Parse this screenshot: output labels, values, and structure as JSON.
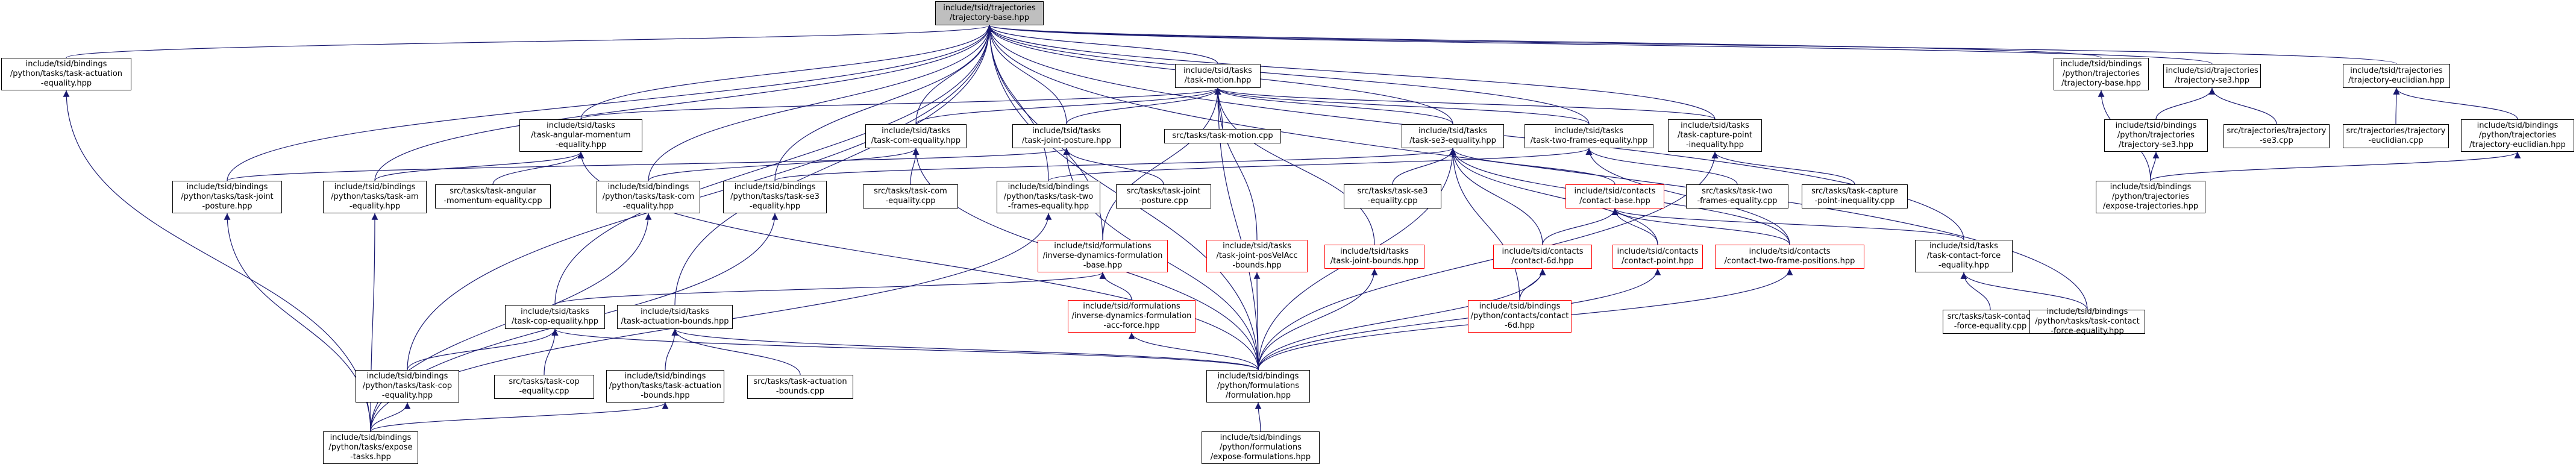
{
  "graph": {
    "nodes": [
      {
        "id": "root",
        "label": "include/tsid/trajectories\n/trajectory-base.hpp",
        "kind": "root"
      },
      {
        "id": "py_task_act_eq",
        "label": "include/tsid/bindings\n/python/tasks/task-actuation\n-equality.hpp",
        "kind": "normal"
      },
      {
        "id": "task_motion",
        "label": "include/tsid/tasks\n/task-motion.hpp",
        "kind": "normal"
      },
      {
        "id": "py_traj_base",
        "label": "include/tsid/bindings\n/python/trajectories\n/trajectory-base.hpp",
        "kind": "normal"
      },
      {
        "id": "traj_se3",
        "label": "include/tsid/trajectories\n/trajectory-se3.hpp",
        "kind": "normal"
      },
      {
        "id": "traj_eucl",
        "label": "include/tsid/trajectories\n/trajectory-euclidian.hpp",
        "kind": "normal"
      },
      {
        "id": "task_am_eq",
        "label": "include/tsid/tasks\n/task-angular-momentum\n-equality.hpp",
        "kind": "normal"
      },
      {
        "id": "task_com_eq",
        "label": "include/tsid/tasks\n/task-com-equality.hpp",
        "kind": "normal"
      },
      {
        "id": "task_joint_posture",
        "label": "include/tsid/tasks\n/task-joint-posture.hpp",
        "kind": "normal"
      },
      {
        "id": "src_task_motion",
        "label": "src/tasks/task-motion.cpp",
        "kind": "normal"
      },
      {
        "id": "task_se3_eq",
        "label": "include/tsid/tasks\n/task-se3-equality.hpp",
        "kind": "normal"
      },
      {
        "id": "task_two_frames_eq",
        "label": "include/tsid/tasks\n/task-two-frames-equality.hpp",
        "kind": "normal"
      },
      {
        "id": "task_cp_ineq",
        "label": "include/tsid/tasks\n/task-capture-point\n-inequality.hpp",
        "kind": "normal"
      },
      {
        "id": "py_traj_se3",
        "label": "include/tsid/bindings\n/python/trajectories\n/trajectory-se3.hpp",
        "kind": "normal"
      },
      {
        "id": "src_traj_se3",
        "label": "src/trajectories/trajectory\n-se3.cpp",
        "kind": "normal"
      },
      {
        "id": "src_traj_eucl",
        "label": "src/trajectories/trajectory\n-euclidian.cpp",
        "kind": "normal"
      },
      {
        "id": "py_traj_eucl",
        "label": "include/tsid/bindings\n/python/trajectories\n/trajectory-euclidian.hpp",
        "kind": "normal"
      },
      {
        "id": "py_task_joint_posture",
        "label": "include/tsid/bindings\n/python/tasks/task-joint\n-posture.hpp",
        "kind": "normal"
      },
      {
        "id": "py_task_am_eq",
        "label": "include/tsid/bindings\n/python/tasks/task-am\n-equality.hpp",
        "kind": "normal"
      },
      {
        "id": "src_task_am_eq",
        "label": "src/tasks/task-angular\n-momentum-equality.cpp",
        "kind": "normal"
      },
      {
        "id": "py_task_com_eq",
        "label": "include/tsid/bindings\n/python/tasks/task-com\n-equality.hpp",
        "kind": "normal"
      },
      {
        "id": "py_task_se3_eq",
        "label": "include/tsid/bindings\n/python/tasks/task-se3\n-equality.hpp",
        "kind": "normal"
      },
      {
        "id": "src_task_com_eq",
        "label": "src/tasks/task-com\n-equality.cpp",
        "kind": "normal"
      },
      {
        "id": "py_task_two_frames_eq",
        "label": "include/tsid/bindings\n/python/tasks/task-two\n-frames-equality.hpp",
        "kind": "normal"
      },
      {
        "id": "src_task_joint_posture",
        "label": "src/tasks/task-joint\n-posture.cpp",
        "kind": "normal"
      },
      {
        "id": "src_task_se3_eq",
        "label": "src/tasks/task-se3\n-equality.cpp",
        "kind": "normal"
      },
      {
        "id": "contact_base",
        "label": "include/tsid/contacts\n/contact-base.hpp",
        "kind": "red"
      },
      {
        "id": "src_task_two_frames_eq",
        "label": "src/tasks/task-two\n-frames-equality.cpp",
        "kind": "normal"
      },
      {
        "id": "src_task_cp_ineq",
        "label": "src/tasks/task-capture\n-point-inequality.cpp",
        "kind": "normal"
      },
      {
        "id": "py_expose_traj",
        "label": "include/tsid/bindings\n/python/trajectories\n/expose-trajectories.hpp",
        "kind": "normal"
      },
      {
        "id": "inv_dyn_base",
        "label": "include/tsid/formulations\n/inverse-dynamics-formulation\n-base.hpp",
        "kind": "red"
      },
      {
        "id": "task_jpv_bounds",
        "label": "include/tsid/tasks\n/task-joint-posVelAcc\n-bounds.hpp",
        "kind": "red"
      },
      {
        "id": "task_joint_bounds",
        "label": "include/tsid/tasks\n/task-joint-bounds.hpp",
        "kind": "red"
      },
      {
        "id": "contact_6d",
        "label": "include/tsid/contacts\n/contact-6d.hpp",
        "kind": "red"
      },
      {
        "id": "contact_point",
        "label": "include/tsid/contacts\n/contact-point.hpp",
        "kind": "red"
      },
      {
        "id": "contact_two_frame",
        "label": "include/tsid/contacts\n/contact-two-frame-positions.hpp",
        "kind": "red"
      },
      {
        "id": "task_cf_eq",
        "label": "include/tsid/tasks\n/task-contact-force\n-equality.hpp",
        "kind": "normal"
      },
      {
        "id": "task_cop_eq",
        "label": "include/tsid/tasks\n/task-cop-equality.hpp",
        "kind": "normal"
      },
      {
        "id": "task_act_bounds",
        "label": "include/tsid/tasks\n/task-actuation-bounds.hpp",
        "kind": "normal"
      },
      {
        "id": "inv_dyn_acc",
        "label": "include/tsid/formulations\n/inverse-dynamics-formulation\n-acc-force.hpp",
        "kind": "red"
      },
      {
        "id": "py_contact_6d",
        "label": "include/tsid/bindings\n/python/contacts/contact\n-6d.hpp",
        "kind": "red"
      },
      {
        "id": "src_task_cf_eq",
        "label": "src/tasks/task-contact\n-force-equality.cpp",
        "kind": "normal"
      },
      {
        "id": "py_task_cf_eq",
        "label": "include/tsid/bindings\n/python/tasks/task-contact\n-force-equality.hpp",
        "kind": "normal"
      },
      {
        "id": "py_task_cop_eq",
        "label": "include/tsid/bindings\n/python/tasks/task-cop\n-equality.hpp",
        "kind": "normal"
      },
      {
        "id": "src_task_cop_eq",
        "label": "src/tasks/task-cop\n-equality.cpp",
        "kind": "normal"
      },
      {
        "id": "py_task_act_bounds",
        "label": "include/tsid/bindings\n/python/tasks/task-actuation\n-bounds.hpp",
        "kind": "normal"
      },
      {
        "id": "src_task_act_bounds",
        "label": "src/tasks/task-actuation\n-bounds.cpp",
        "kind": "normal"
      },
      {
        "id": "py_formulation",
        "label": "include/tsid/bindings\n/python/formulations\n/formulation.hpp",
        "kind": "normal"
      },
      {
        "id": "py_expose_tasks",
        "label": "include/tsid/bindings\n/python/tasks/expose\n-tasks.hpp",
        "kind": "normal"
      },
      {
        "id": "py_expose_formulations",
        "label": "include/tsid/bindings\n/python/formulations\n/expose-formulations.hpp",
        "kind": "normal"
      }
    ],
    "edges": [
      [
        "py_task_act_eq",
        "root"
      ],
      [
        "task_motion",
        "root"
      ],
      [
        "py_traj_base",
        "root"
      ],
      [
        "traj_se3",
        "root"
      ],
      [
        "traj_eucl",
        "root"
      ],
      [
        "task_am_eq",
        "root"
      ],
      [
        "task_com_eq",
        "root"
      ],
      [
        "task_joint_posture",
        "root"
      ],
      [
        "task_se3_eq",
        "root"
      ],
      [
        "task_two_frames_eq",
        "root"
      ],
      [
        "task_cp_ineq",
        "root"
      ],
      [
        "py_task_joint_posture",
        "root"
      ],
      [
        "py_task_am_eq",
        "root"
      ],
      [
        "py_task_com_eq",
        "root"
      ],
      [
        "py_task_se3_eq",
        "root"
      ],
      [
        "py_task_two_frames_eq",
        "root"
      ],
      [
        "inv_dyn_base",
        "root"
      ],
      [
        "task_cf_eq",
        "root"
      ],
      [
        "task_cop_eq",
        "root"
      ],
      [
        "task_act_bounds",
        "root"
      ],
      [
        "py_task_cop_eq",
        "root"
      ],
      [
        "py_task_cf_eq",
        "root"
      ],
      [
        "py_formulation",
        "root"
      ],
      [
        "task_am_eq",
        "task_motion"
      ],
      [
        "task_com_eq",
        "task_motion"
      ],
      [
        "task_joint_posture",
        "task_motion"
      ],
      [
        "src_task_motion",
        "task_motion"
      ],
      [
        "task_se3_eq",
        "task_motion"
      ],
      [
        "task_two_frames_eq",
        "task_motion"
      ],
      [
        "task_cp_ineq",
        "task_motion"
      ],
      [
        "task_jpv_bounds",
        "task_motion"
      ],
      [
        "task_joint_bounds",
        "task_motion"
      ],
      [
        "inv_dyn_base",
        "task_motion"
      ],
      [
        "py_formulation",
        "task_motion"
      ],
      [
        "py_traj_se3",
        "traj_se3"
      ],
      [
        "src_traj_se3",
        "traj_se3"
      ],
      [
        "src_traj_eucl",
        "traj_eucl"
      ],
      [
        "py_traj_eucl",
        "traj_eucl"
      ],
      [
        "py_expose_traj",
        "py_traj_base"
      ],
      [
        "py_expose_traj",
        "py_traj_se3"
      ],
      [
        "py_expose_traj",
        "py_traj_eucl"
      ],
      [
        "py_task_am_eq",
        "task_am_eq"
      ],
      [
        "src_task_am_eq",
        "task_am_eq"
      ],
      [
        "py_formulation",
        "task_am_eq"
      ],
      [
        "py_task_com_eq",
        "task_com_eq"
      ],
      [
        "src_task_com_eq",
        "task_com_eq"
      ],
      [
        "py_formulation",
        "task_com_eq"
      ],
      [
        "py_task_joint_posture",
        "task_joint_posture"
      ],
      [
        "src_task_joint_posture",
        "task_joint_posture"
      ],
      [
        "py_formulation",
        "task_joint_posture"
      ],
      [
        "py_task_se3_eq",
        "task_se3_eq"
      ],
      [
        "src_task_se3_eq",
        "task_se3_eq"
      ],
      [
        "contact_base",
        "task_se3_eq"
      ],
      [
        "contact_6d",
        "task_se3_eq"
      ],
      [
        "contact_point",
        "task_se3_eq"
      ],
      [
        "contact_two_frame",
        "task_se3_eq"
      ],
      [
        "py_contact_6d",
        "task_se3_eq"
      ],
      [
        "py_formulation",
        "task_se3_eq"
      ],
      [
        "py_task_two_frames_eq",
        "task_two_frames_eq"
      ],
      [
        "src_task_two_frames_eq",
        "task_two_frames_eq"
      ],
      [
        "contact_two_frame",
        "task_two_frames_eq"
      ],
      [
        "src_task_cp_ineq",
        "task_cp_ineq"
      ],
      [
        "py_formulation",
        "task_cp_ineq"
      ],
      [
        "inv_dyn_acc",
        "inv_dyn_base"
      ],
      [
        "task_cop_eq",
        "inv_dyn_base"
      ],
      [
        "contact_6d",
        "contact_base"
      ],
      [
        "contact_point",
        "contact_base"
      ],
      [
        "contact_two_frame",
        "contact_base"
      ],
      [
        "task_cf_eq",
        "contact_base"
      ],
      [
        "py_contact_6d",
        "contact_6d"
      ],
      [
        "py_formulation",
        "contact_6d"
      ],
      [
        "py_formulation",
        "contact_point"
      ],
      [
        "py_formulation",
        "contact_two_frame"
      ],
      [
        "src_task_cf_eq",
        "task_cf_eq"
      ],
      [
        "py_task_cf_eq",
        "task_cf_eq"
      ],
      [
        "py_task_cop_eq",
        "task_cop_eq"
      ],
      [
        "src_task_cop_eq",
        "task_cop_eq"
      ],
      [
        "py_formulation",
        "task_cop_eq"
      ],
      [
        "py_task_act_bounds",
        "task_act_bounds"
      ],
      [
        "src_task_act_bounds",
        "task_act_bounds"
      ],
      [
        "py_formulation",
        "task_act_bounds"
      ],
      [
        "py_formulation",
        "inv_dyn_acc"
      ],
      [
        "py_formulation",
        "task_jpv_bounds"
      ],
      [
        "py_formulation",
        "task_joint_bounds"
      ],
      [
        "py_expose_tasks",
        "py_task_act_eq"
      ],
      [
        "py_expose_tasks",
        "py_task_joint_posture"
      ],
      [
        "py_expose_tasks",
        "py_task_am_eq"
      ],
      [
        "py_expose_tasks",
        "py_task_com_eq"
      ],
      [
        "py_expose_tasks",
        "py_task_se3_eq"
      ],
      [
        "py_expose_tasks",
        "py_task_two_frames_eq"
      ],
      [
        "py_expose_tasks",
        "py_task_cop_eq"
      ],
      [
        "py_expose_tasks",
        "py_task_act_bounds"
      ],
      [
        "py_expose_formulations",
        "py_formulation"
      ]
    ]
  },
  "colors": {
    "edge": "#191970",
    "node_border": "#000000",
    "node_border_incomplete": "#ff0000",
    "root_fill": "#bfbfbf",
    "background": "#ffffff"
  }
}
